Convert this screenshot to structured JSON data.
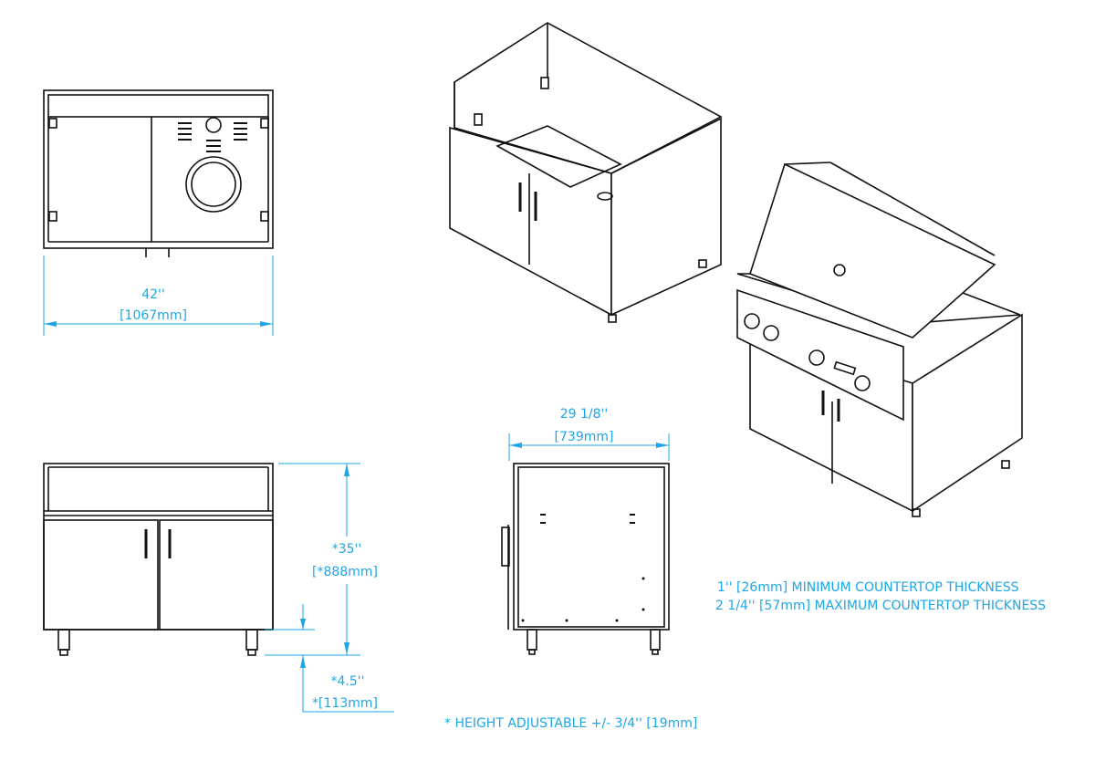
{
  "views": {
    "top_view": {
      "width_in": "42''",
      "width_mm": "[1067mm]"
    },
    "front_view": {
      "height_in": "*35''",
      "height_mm": "[*888mm]",
      "leg_in": "*4.5''",
      "leg_mm": "*[113mm]"
    },
    "side_view": {
      "depth_in": "29 1/8''",
      "depth_mm": "[739mm]"
    }
  },
  "notes": {
    "min_thickness": "1'' [26mm] MINIMUM COUNTERTOP THICKNESS",
    "max_thickness": "2 1/4'' [57mm] MAXIMUM COUNTERTOP THICKNESS",
    "height_adjustable": "* HEIGHT ADJUSTABLE +/- 3/4'' [19mm]"
  },
  "colors": {
    "dimension": "#1ea6e6",
    "line": "#111111"
  }
}
